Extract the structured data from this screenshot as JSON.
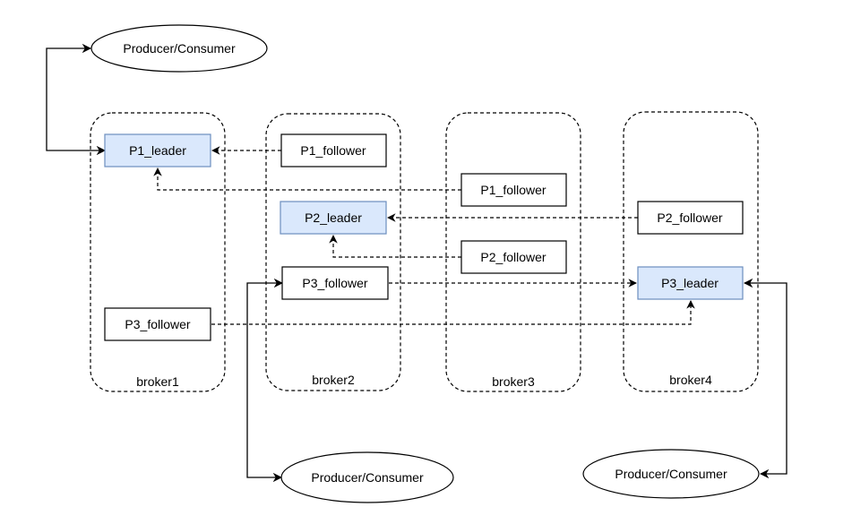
{
  "brokers": [
    {
      "id": "broker1",
      "label": "broker1"
    },
    {
      "id": "broker2",
      "label": "broker2"
    },
    {
      "id": "broker3",
      "label": "broker3"
    },
    {
      "id": "broker4",
      "label": "broker4"
    }
  ],
  "partitions": [
    {
      "id": "p1-leader-b1",
      "label": "P1_leader",
      "role": "leader"
    },
    {
      "id": "p3-follower-b1",
      "label": "P3_follower",
      "role": "follower"
    },
    {
      "id": "p1-follower-b2",
      "label": "P1_follower",
      "role": "follower"
    },
    {
      "id": "p2-leader-b2",
      "label": "P2_leader",
      "role": "leader"
    },
    {
      "id": "p3-follower-b2",
      "label": "P3_follower",
      "role": "follower"
    },
    {
      "id": "p1-follower-b3",
      "label": "P1_follower",
      "role": "follower"
    },
    {
      "id": "p2-follower-b3",
      "label": "P2_follower",
      "role": "follower"
    },
    {
      "id": "p2-follower-b4",
      "label": "P2_follower",
      "role": "follower"
    },
    {
      "id": "p3-leader-b4",
      "label": "P3_leader",
      "role": "leader"
    }
  ],
  "clients": [
    {
      "id": "client-top",
      "label": "Producer/Consumer"
    },
    {
      "id": "client-bottom-mid",
      "label": "Producer/Consumer"
    },
    {
      "id": "client-bottom-right",
      "label": "Producer/Consumer"
    }
  ],
  "colors": {
    "leader_fill": "#dae8fc",
    "leader_stroke": "#6c8ebf",
    "follower_fill": "#ffffff",
    "follower_stroke": "#000000",
    "line": "#000000"
  }
}
